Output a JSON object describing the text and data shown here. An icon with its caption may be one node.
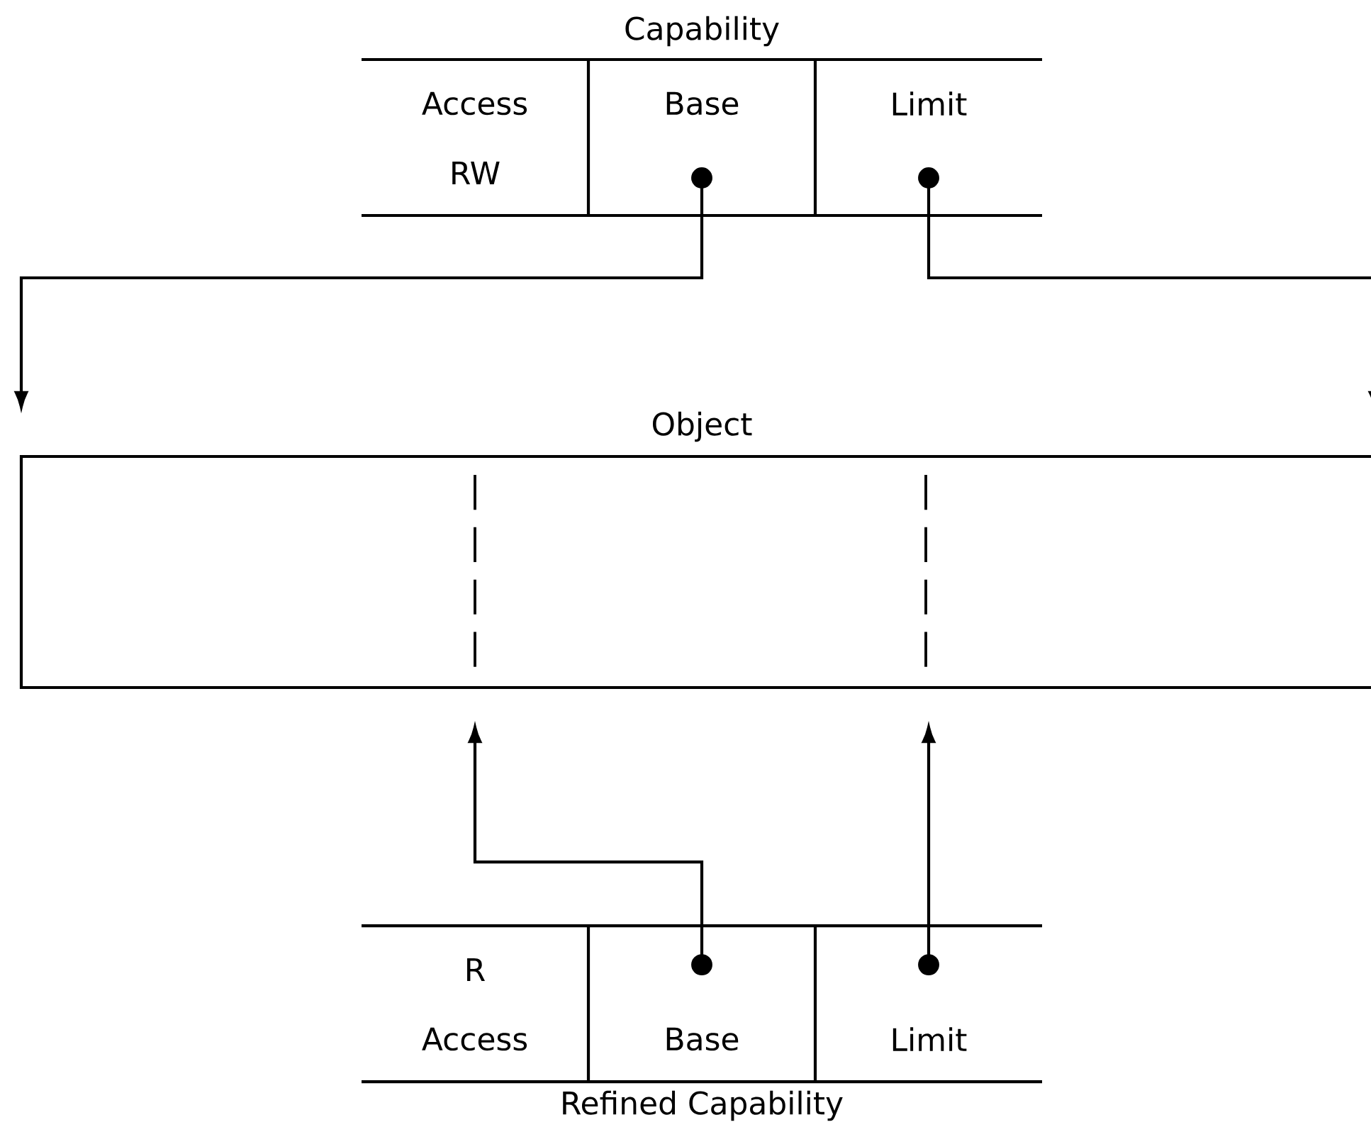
{
  "diagram": {
    "nodes": [
      {
        "text": [
          "Capability"
        ]
      },
      {
        "text": [
          "Access",
          "RW"
        ],
        "in": 0
      },
      {
        "text": [
          "Base"
        ],
        "in": 0
      },
      {
        "text": [
          "Limit"
        ],
        "in": 0
      },
      {
        "text": [
          "Object"
        ]
      },
      {
        "text": [
          "Refined Capability"
        ]
      },
      {
        "text": [
          "R",
          "Access"
        ],
        "in": 5
      },
      {
        "text": [
          "Base"
        ],
        "in": 5
      },
      {
        "text": [
          "Limit"
        ],
        "in": 5
      }
    ],
    "edges": [
      {
        "from": 2,
        "to": 4,
        "arrow": "to"
      },
      {
        "from": 3,
        "to": 4,
        "arrow": "to"
      },
      {
        "from": 7,
        "to": 4,
        "arrow": "to"
      },
      {
        "from": 8,
        "to": 4,
        "arrow": "to"
      }
    ]
  }
}
